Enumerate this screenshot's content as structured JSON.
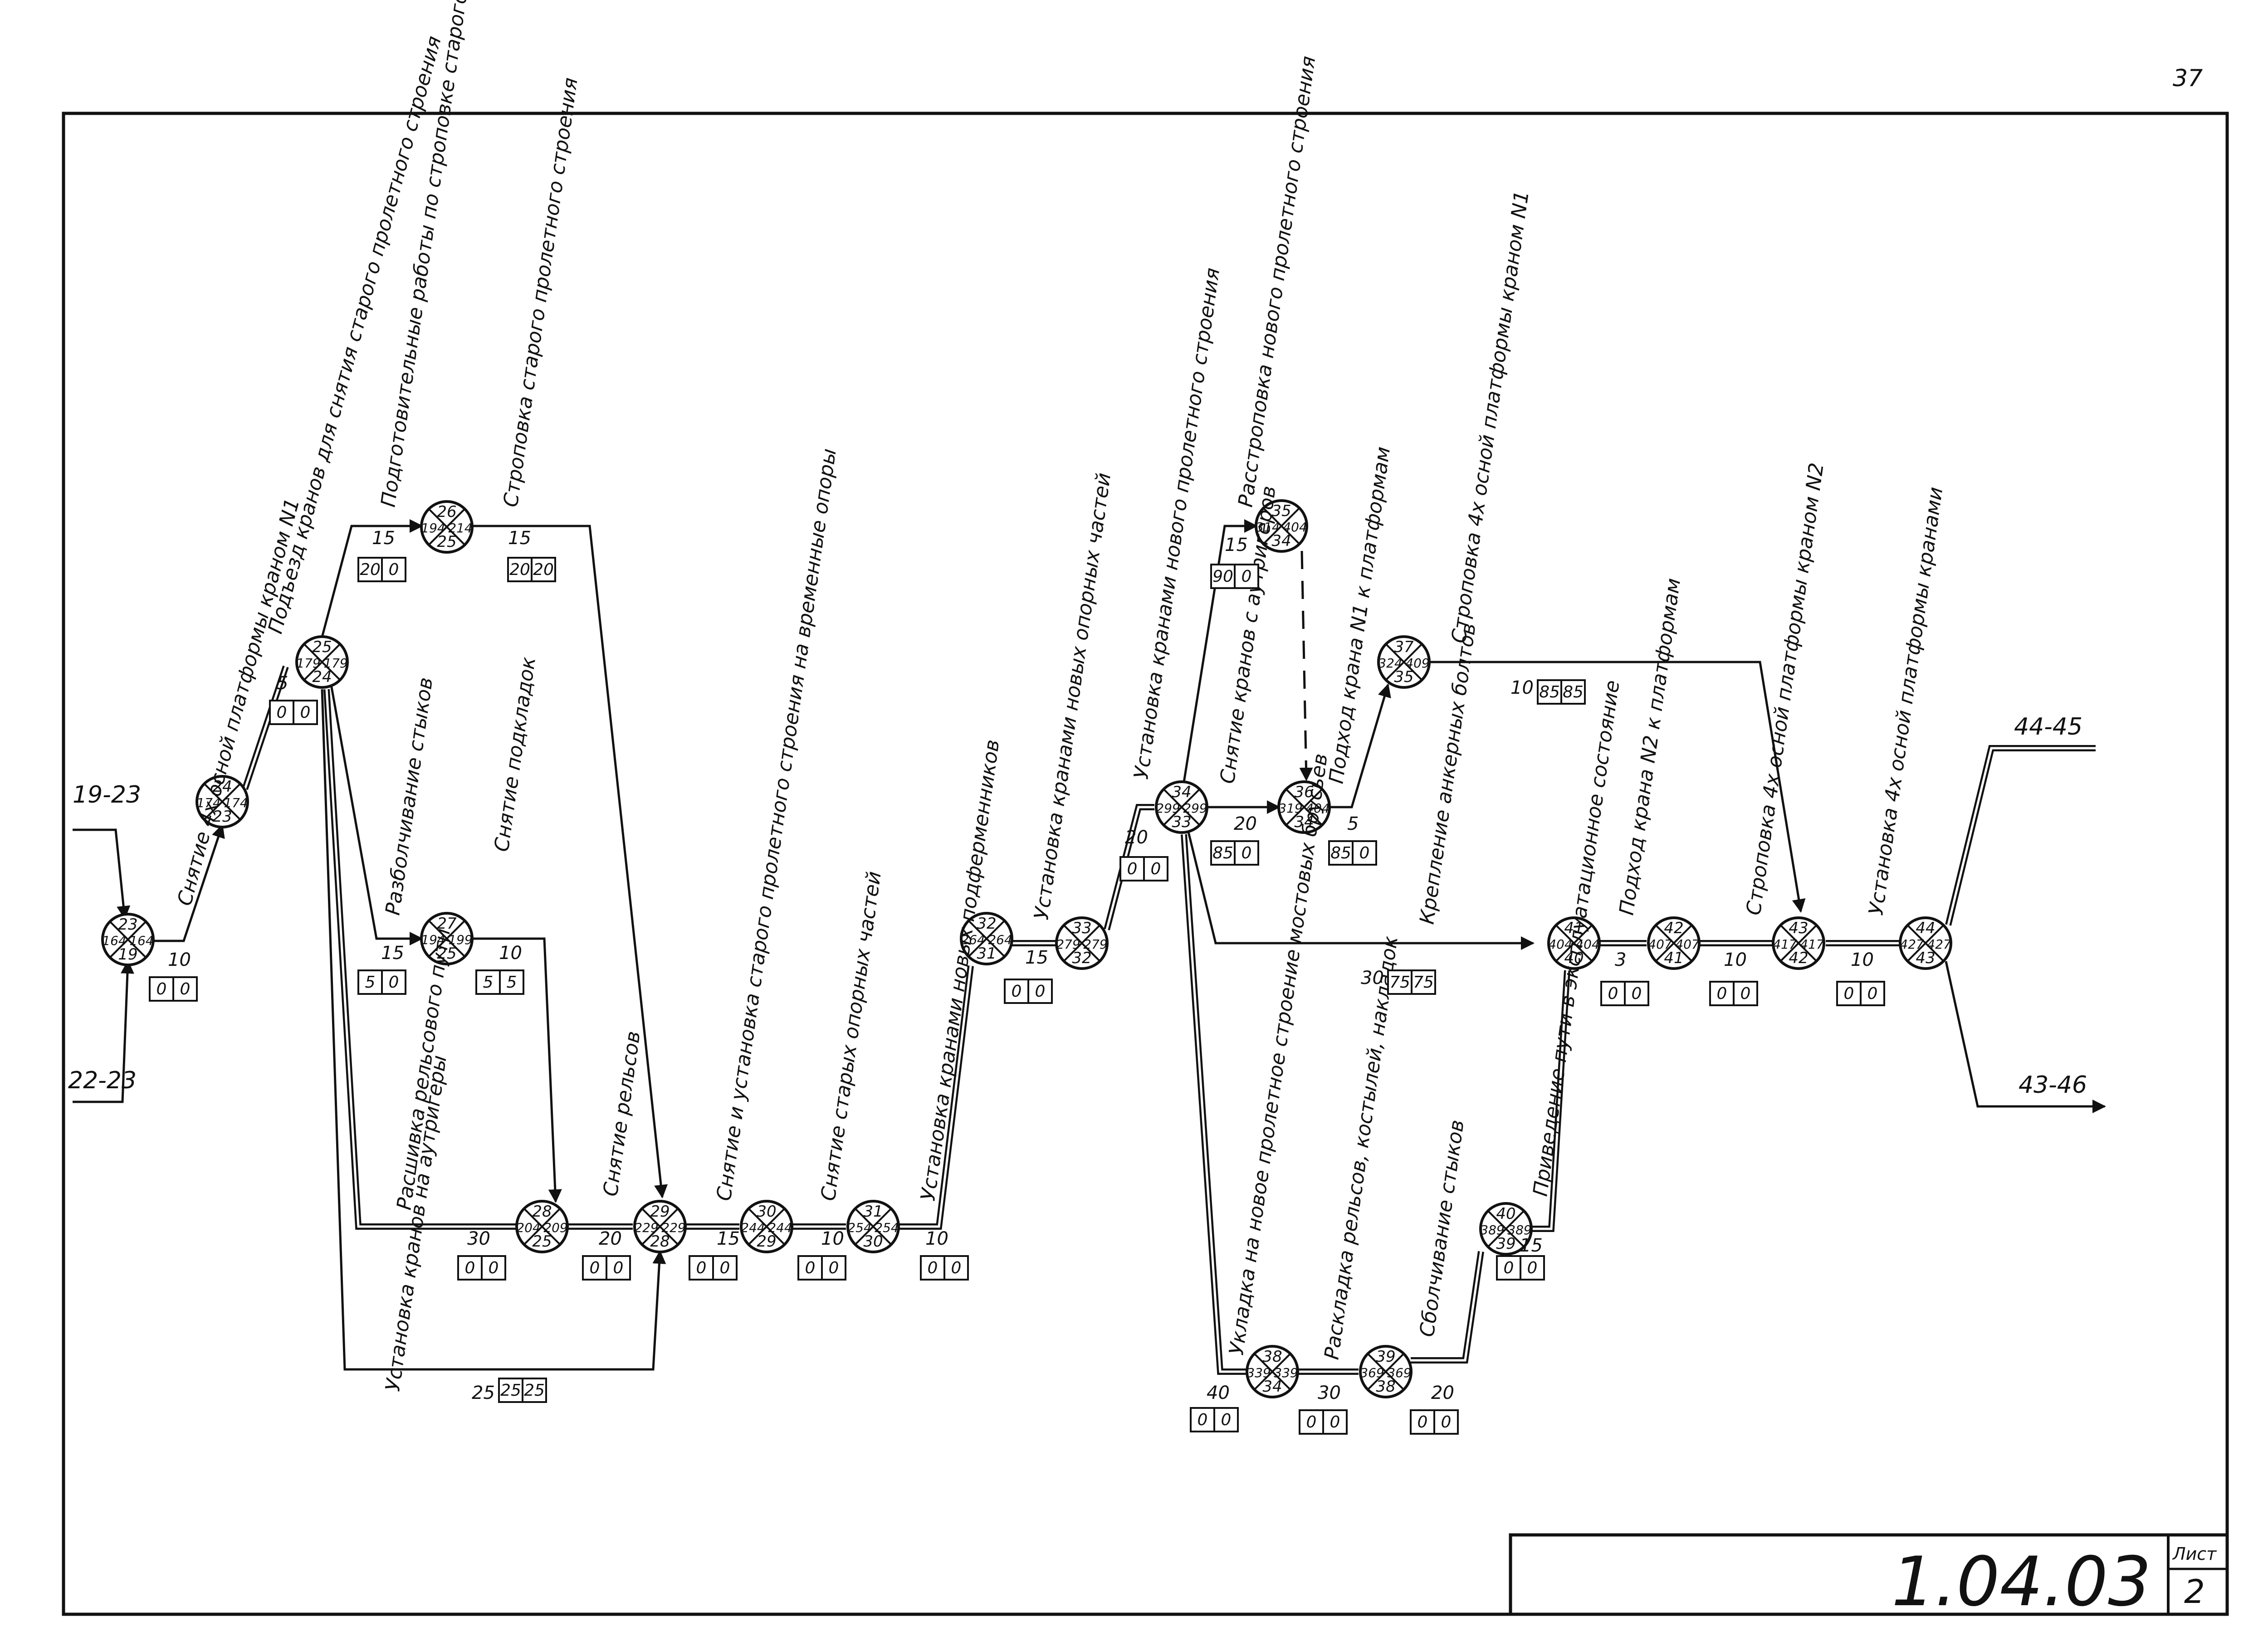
{
  "page_number": "37",
  "title_block": {
    "document_code": "1.04.03",
    "sheet_label": "Лист",
    "sheet_number": "2"
  },
  "external_links": [
    {
      "id": "in_1",
      "label": "19-23"
    },
    {
      "id": "in_2",
      "label": "22-23"
    },
    {
      "id": "out_1",
      "label": "44-45"
    },
    {
      "id": "out_2",
      "label": "43-46"
    }
  ],
  "nodes": [
    {
      "id": "n23",
      "top": "23",
      "left": "164",
      "right": "164",
      "bottom": "19"
    },
    {
      "id": "n24",
      "top": "24",
      "left": "174",
      "right": "174",
      "bottom": "23"
    },
    {
      "id": "n25",
      "top": "25",
      "left": "179",
      "right": "179",
      "bottom": "24"
    },
    {
      "id": "n26",
      "top": "26",
      "left": "194",
      "right": "214",
      "bottom": "25"
    },
    {
      "id": "n27",
      "top": "27",
      "left": "194",
      "right": "199",
      "bottom": "25"
    },
    {
      "id": "n28",
      "top": "28",
      "left": "204",
      "right": "209",
      "bottom": "25"
    },
    {
      "id": "n29",
      "top": "29",
      "left": "229",
      "right": "229",
      "bottom": "28"
    },
    {
      "id": "n30",
      "top": "30",
      "left": "244",
      "right": "244",
      "bottom": "29"
    },
    {
      "id": "n31",
      "top": "31",
      "left": "254",
      "right": "254",
      "bottom": "30"
    },
    {
      "id": "n32",
      "top": "32",
      "left": "264",
      "right": "264",
      "bottom": "31"
    },
    {
      "id": "n33",
      "top": "33",
      "left": "279",
      "right": "279",
      "bottom": "32"
    },
    {
      "id": "n34",
      "top": "34",
      "left": "299",
      "right": "299",
      "bottom": "33"
    },
    {
      "id": "n35",
      "top": "35",
      "left": "314",
      "right": "404",
      "bottom": "34"
    },
    {
      "id": "n36",
      "top": "36",
      "left": "319",
      "right": "404",
      "bottom": "34"
    },
    {
      "id": "n37",
      "top": "37",
      "left": "324",
      "right": "409",
      "bottom": "35"
    },
    {
      "id": "n38",
      "top": "38",
      "left": "339",
      "right": "339",
      "bottom": "34"
    },
    {
      "id": "n39",
      "top": "39",
      "left": "369",
      "right": "369",
      "bottom": "38"
    },
    {
      "id": "n40",
      "top": "40",
      "left": "389",
      "right": "389",
      "bottom": "39"
    },
    {
      "id": "n41",
      "top": "41",
      "left": "404",
      "right": "404",
      "bottom": "40"
    },
    {
      "id": "n42",
      "top": "42",
      "left": "407",
      "right": "407",
      "bottom": "41"
    },
    {
      "id": "n43",
      "top": "43",
      "left": "417",
      "right": "417",
      "bottom": "42"
    },
    {
      "id": "n44",
      "top": "44",
      "left": "427",
      "right": "427",
      "bottom": "43"
    }
  ],
  "activities": [
    {
      "id": "a23_24",
      "name": "Снятие 4х осной платформы краном N1",
      "duration": "10",
      "reserves": [
        "0",
        "0"
      ]
    },
    {
      "id": "a24_25",
      "name": "Подъезд кранов для снятия старого пролетного строения",
      "duration": "5",
      "reserves": [
        "0",
        "0"
      ]
    },
    {
      "id": "a25_26",
      "name": "Подготовительные работы по строповке старого пролетного строения",
      "duration": "15",
      "reserves": [
        "20",
        "0"
      ]
    },
    {
      "id": "a26_29",
      "name": "Строповка старого пролетного строения",
      "duration": "15",
      "reserves": [
        "20",
        "20"
      ]
    },
    {
      "id": "a25_27",
      "name": "Разболчивание стыков",
      "duration": "15",
      "reserves": [
        "5",
        "0"
      ]
    },
    {
      "id": "a27_28",
      "name": "Снятие подкладок",
      "duration": "10",
      "reserves": [
        "5",
        "5"
      ]
    },
    {
      "id": "a25_28",
      "name": "Расшивка рельсового пути",
      "duration": "30",
      "reserves": [
        "0",
        "0"
      ]
    },
    {
      "id": "a28_29",
      "name": "Снятие рельсов",
      "duration": "20",
      "reserves": [
        "0",
        "0"
      ]
    },
    {
      "id": "a25_29",
      "name": "Установка кранов на аутригеры",
      "duration": "25",
      "reserves": [
        "25",
        "25"
      ]
    },
    {
      "id": "a29_30",
      "name": "Снятие и установка старого пролетного строения на временные опоры",
      "duration": "15",
      "reserves": [
        "0",
        "0"
      ]
    },
    {
      "id": "a30_31",
      "name": "Снятие старых опорных частей",
      "duration": "10",
      "reserves": [
        "0",
        "0"
      ]
    },
    {
      "id": "a31_32",
      "name": "Установка кранами новых подферменников",
      "duration": "10",
      "reserves": [
        "0",
        "0"
      ]
    },
    {
      "id": "a32_33",
      "name": "Установка кранами новых опорных частей",
      "duration": "15",
      "reserves": [
        "0",
        "0"
      ]
    },
    {
      "id": "a33_34",
      "name": "Установка кранами нового пролетного строения",
      "duration": "20",
      "reserves": [
        "0",
        "0"
      ]
    },
    {
      "id": "a34_35",
      "name": "Расстроповка нового пролетного строения",
      "duration": "15",
      "reserves": [
        "90",
        "0"
      ]
    },
    {
      "id": "a34_36",
      "name": "Снятие кранов с аутригеров",
      "duration": "20",
      "reserves": [
        "85",
        "0"
      ]
    },
    {
      "id": "a36_37",
      "name": "Подход крана N1 к платформам",
      "duration": "5",
      "reserves": [
        "85",
        "0"
      ]
    },
    {
      "id": "a37_43",
      "name": "Строповка 4х осной платформы краном N1",
      "duration": "10",
      "reserves": [
        "85",
        "85"
      ]
    },
    {
      "id": "a34_41",
      "name": "Крепление анкерных болтов",
      "duration": "30",
      "reserves": [
        "75",
        "75"
      ]
    },
    {
      "id": "a34_38",
      "name": "Укладка на новое пролетное строение мостовых брусьев",
      "duration": "40",
      "reserves": [
        "0",
        "0"
      ]
    },
    {
      "id": "a38_39",
      "name": "Раскладка рельсов, костылей, накладок",
      "duration": "30",
      "reserves": [
        "0",
        "0"
      ]
    },
    {
      "id": "a39_40",
      "name": "Сболчивание стыков",
      "duration": "20",
      "reserves": [
        "0",
        "0"
      ]
    },
    {
      "id": "a40_41",
      "name": "Приведение пути в эксплуатационное состояние",
      "duration": "15",
      "reserves": [
        "0",
        "0"
      ]
    },
    {
      "id": "a41_42",
      "name": "Подход крана N2 к платформам",
      "duration": "3",
      "reserves": [
        "0",
        "0"
      ]
    },
    {
      "id": "a42_43",
      "name": "Строповка 4х осной платформы краном N2",
      "duration": "10",
      "reserves": [
        "0",
        "0"
      ]
    },
    {
      "id": "a43_44",
      "name": "Установка 4х осной платформы кранами",
      "duration": "10",
      "reserves": [
        "0",
        "0"
      ]
    }
  ]
}
